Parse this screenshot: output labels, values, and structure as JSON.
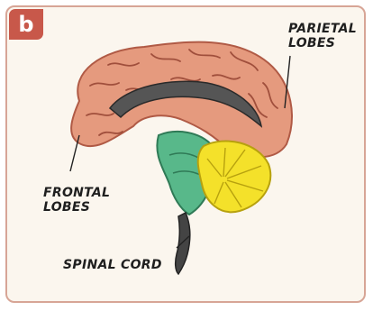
{
  "panel": {
    "badge": "b"
  },
  "labels": {
    "parietal": [
      "PARIETAL",
      "LOBES"
    ],
    "frontal": [
      "FRONTAL",
      "LOBES"
    ],
    "spinal": "SPINAL CORD"
  },
  "colors": {
    "cerebrum": "#e59a7e",
    "cerebrum_dark": "#b05a45",
    "cerebellum": "#f4e12a",
    "brainstem": "#58b88a",
    "corpus_callosum": "#555555",
    "spinal_cord": "#444444",
    "border": "#d7a596",
    "badge": "#c8584a"
  }
}
